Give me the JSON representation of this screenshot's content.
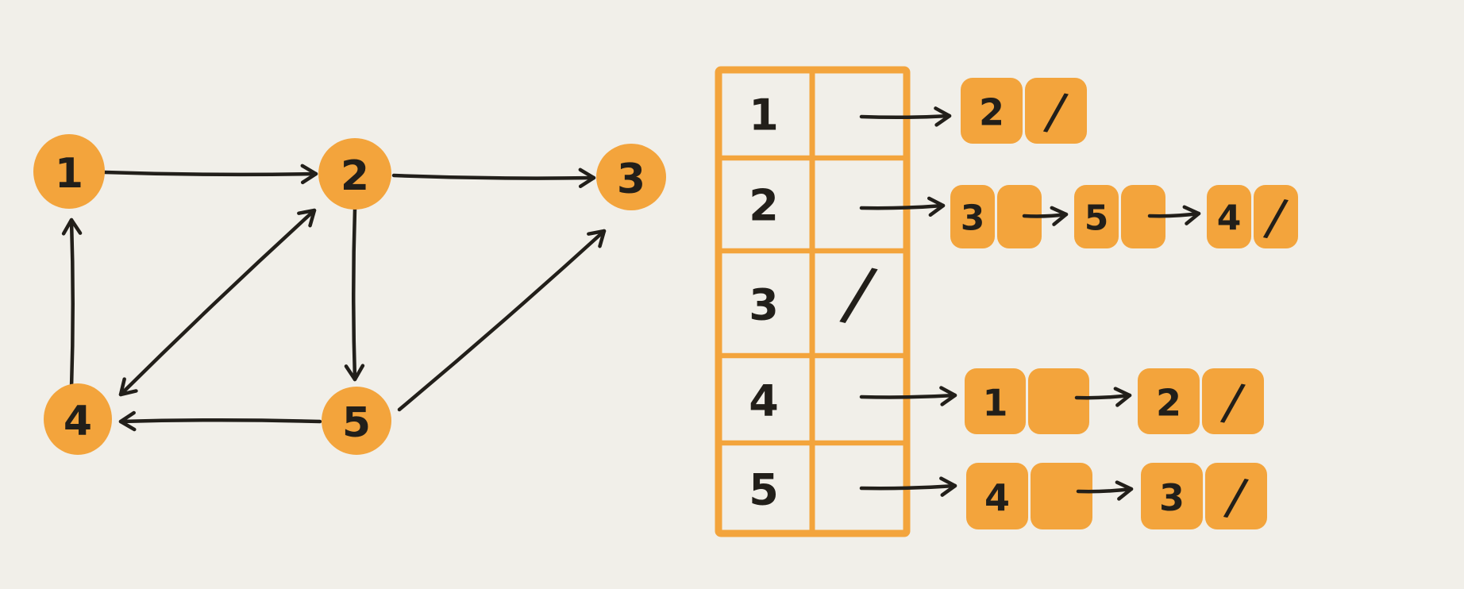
{
  "scene": {
    "background": "#F1EFE9",
    "ink": "#221F1A",
    "accent": "#F3A43C",
    "description_labels": {}
  },
  "graph": {
    "nodes": [
      {
        "id": "1",
        "label": "1"
      },
      {
        "id": "2",
        "label": "2"
      },
      {
        "id": "3",
        "label": "3"
      },
      {
        "id": "4",
        "label": "4"
      },
      {
        "id": "5",
        "label": "5"
      }
    ],
    "edges": [
      {
        "from": "1",
        "to": "2",
        "double": false
      },
      {
        "from": "2",
        "to": "3",
        "double": false
      },
      {
        "from": "2",
        "to": "5",
        "double": false
      },
      {
        "from": "2",
        "to": "4",
        "double": true
      },
      {
        "from": "4",
        "to": "1",
        "double": false
      },
      {
        "from": "5",
        "to": "4",
        "double": false
      },
      {
        "from": "5",
        "to": "3",
        "double": false
      }
    ]
  },
  "adjacency_list": {
    "null_symbol": "/",
    "rows": [
      {
        "vertex": "1",
        "neighbors": [
          "2"
        ]
      },
      {
        "vertex": "2",
        "neighbors": [
          "3",
          "5",
          "4"
        ]
      },
      {
        "vertex": "3",
        "neighbors": []
      },
      {
        "vertex": "4",
        "neighbors": [
          "1",
          "2"
        ]
      },
      {
        "vertex": "5",
        "neighbors": [
          "4",
          "3"
        ]
      }
    ]
  }
}
